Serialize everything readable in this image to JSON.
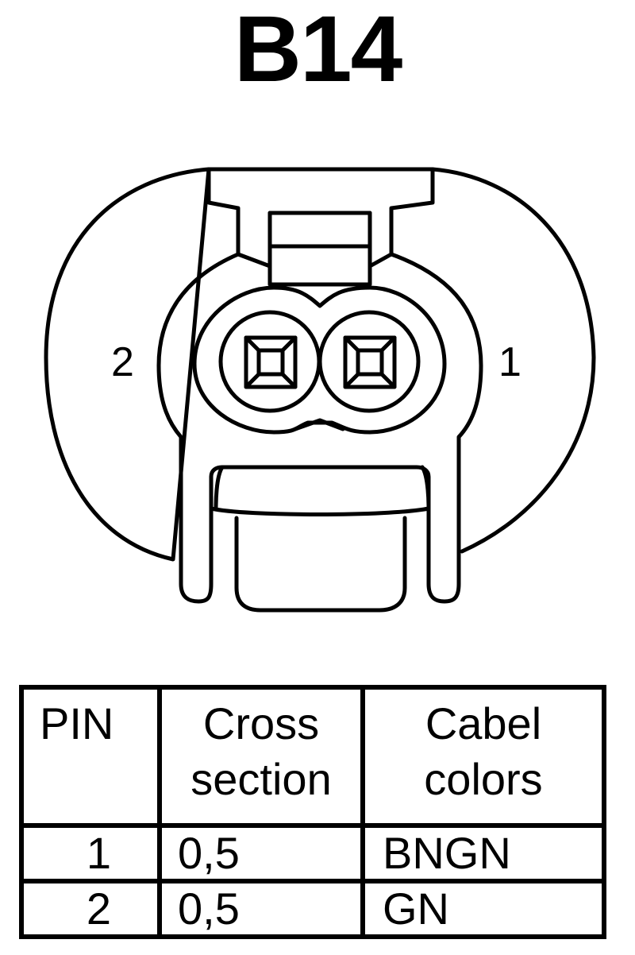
{
  "connector": {
    "title": "B14",
    "pin_left_label": "2",
    "pin_right_label": "1"
  },
  "table": {
    "headers": {
      "pin": "PIN",
      "cross_section_line1": "Cross",
      "cross_section_line2": "section",
      "colors_line1": "Cabel",
      "colors_line2": "colors"
    },
    "rows": [
      {
        "pin": "1",
        "cross_section": "0,5",
        "color": "BNGN"
      },
      {
        "pin": "2",
        "cross_section": "0,5",
        "color": "GN"
      }
    ]
  }
}
